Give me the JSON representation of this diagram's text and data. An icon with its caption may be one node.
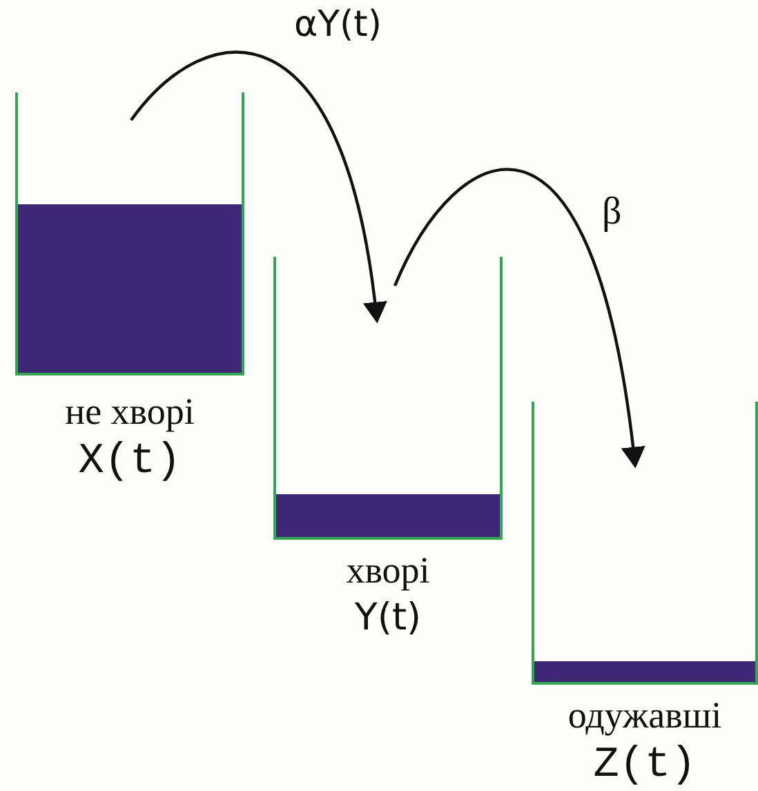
{
  "diagram": {
    "nodes": [
      {
        "text": [
          "не хворі",
          "X(t)"
        ]
      },
      {
        "text": [
          "хворі",
          "Y(t)"
        ]
      },
      {
        "text": [
          "одужавші",
          "Z(t)"
        ]
      }
    ],
    "edges": [
      {
        "from": 0,
        "to": 1,
        "arrow": "to",
        "label": "αY(t)"
      },
      {
        "from": 1,
        "to": 2,
        "arrow": "to",
        "label": "β"
      }
    ]
  }
}
